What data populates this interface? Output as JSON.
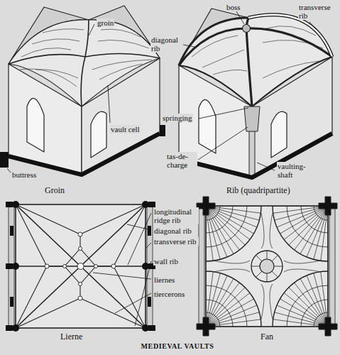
{
  "diagram": {
    "title": "MEDIEVAL VAULTS",
    "labels": [
      "groin",
      "vault cell",
      "buttress",
      "Groin",
      "boss",
      "transverse rib",
      "diagonal rib",
      "springing",
      "tas-de-charge",
      "vaulting-shaft",
      "Rib (quadripartite)",
      "longitudinal ridge rib",
      "diagonal rib",
      "transverse rib",
      "wall rib",
      "liernes",
      "tiercerons",
      "Lierne",
      "Fan"
    ]
  }
}
